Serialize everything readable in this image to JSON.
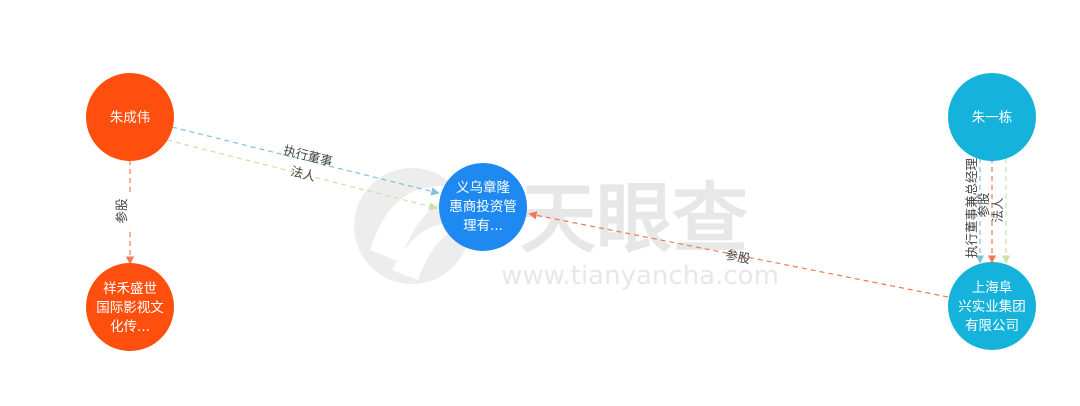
{
  "watermark": {
    "brand": "天眼查",
    "url": "www.tianyancha.com"
  },
  "colors": {
    "person": "#ff4f0f",
    "company_blue": "#1f89f2",
    "company_teal": "#15b3db",
    "edge_invest": "#f07a52",
    "edge_exec": "#7ec3d8",
    "edge_legal": "#c9e2a6"
  },
  "nodes": {
    "zhu_chengwei": {
      "lines": [
        "朱成伟"
      ]
    },
    "zhu_yidong": {
      "lines": [
        "朱一栋"
      ]
    },
    "yiwu": {
      "lines": [
        "义乌章隆",
        "惠商投资管",
        "理有..."
      ]
    },
    "xianghe": {
      "lines": [
        "祥禾盛世",
        "国际影视文",
        "化传..."
      ]
    },
    "shanghai": {
      "lines": [
        "上海阜",
        "兴实业集团",
        "有限公司"
      ]
    }
  },
  "edges": {
    "cw_invest": "参股",
    "cw_exec": "执行董事",
    "cw_legal": "法人",
    "sh_invest": "参股",
    "yd_exec": "执行董事兼总经理",
    "yd_invest": "参股",
    "yd_legal": "法人"
  }
}
